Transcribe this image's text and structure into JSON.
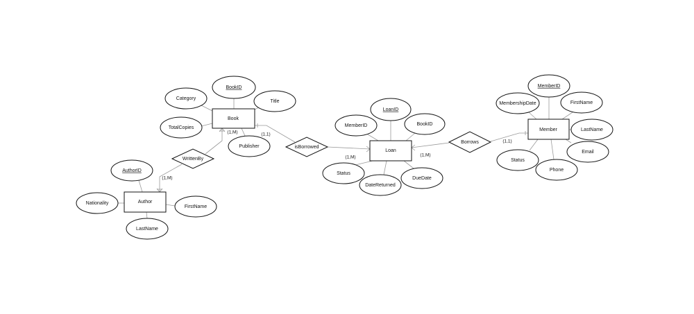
{
  "entities": {
    "book": "Book",
    "author": "Author",
    "loan": "Loan",
    "member": "Member"
  },
  "attributes": {
    "book": {
      "id": "BookID",
      "category": "Category",
      "title": "Title",
      "total_copies": "TotalCopies",
      "publisher": "Publisher"
    },
    "author": {
      "id": "AuthorID",
      "nationality": "Nationality",
      "first_name": "FirstName",
      "last_name": "LastName"
    },
    "loan": {
      "id": "LoanID",
      "member_id": "MemberID",
      "book_id": "BookID",
      "status": "Status",
      "date_returned": "DateReturned",
      "due_date": "DueDate"
    },
    "member": {
      "id": "MemberID",
      "membership_date": "MembershipDate",
      "first_name": "FirstName",
      "last_name": "LastName",
      "email": "Email",
      "status": "Status",
      "phone": "Phone"
    }
  },
  "relationships": {
    "written_by": "WrittenBy",
    "is_borrowed": "isBorrowed",
    "borrows": "Borrows"
  },
  "cardinalities": {
    "book_written_by": "(1,M)",
    "book_is_borrowed": "(1,1)",
    "author_written_by": "(1,M)",
    "loan_is_borrowed": "(1,M)",
    "loan_borrows": "(1,M)",
    "member_borrows": "(1,1)"
  }
}
